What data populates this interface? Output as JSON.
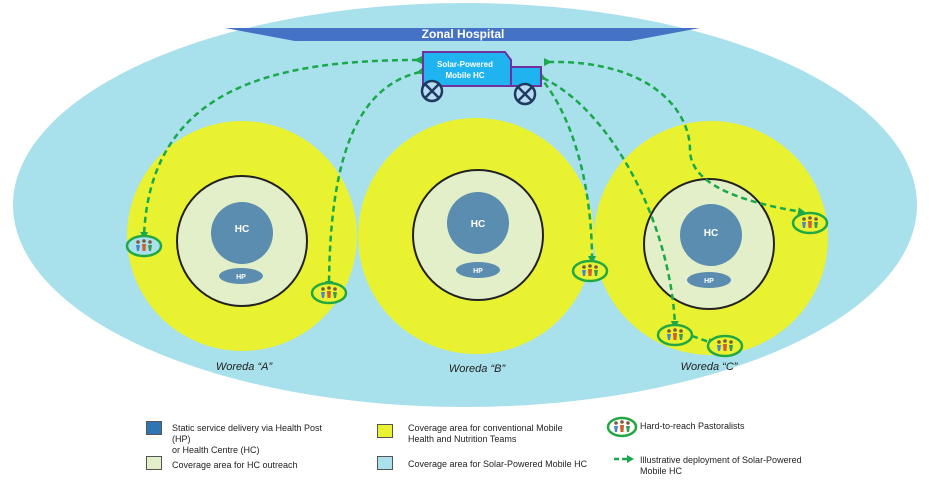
{
  "diagram": {
    "zonal_hospital_label": "Zonal Hospital",
    "mobile_hc_line1": "Solar-Powered",
    "mobile_hc_line2": "Mobile HC",
    "woredas": [
      {
        "label": "Woreda “A”",
        "hc": "HC",
        "hp": "HP"
      },
      {
        "label": "Woreda “B”",
        "hc": "HC",
        "hp": "HP"
      },
      {
        "label": "Woreda “C”",
        "hc": "HC",
        "hp": "HP"
      }
    ]
  },
  "legend": {
    "static_line1": "Static service delivery via Health Post (HP)",
    "static_line2": "or Health Centre (HC)",
    "hc_outreach": "Coverage area for HC outreach",
    "conventional_line1": "Coverage area for conventional Mobile",
    "conventional_line2": "Health and Nutrition Teams",
    "solar_coverage": "Coverage area for Solar-Powered Mobile HC",
    "pastoralists": "Hard-to-reach Pastoralists",
    "deployment_line1": "Illustrative deployment of Solar-Powered",
    "deployment_line2": "Mobile HC"
  },
  "colors": {
    "outer_ellipse": "#a8e0ec",
    "conventional": "#e8f230",
    "outreach": "#e2efc8",
    "static": "#5b8db0",
    "static_legend": "#2e75b6",
    "banner": "#4472c4",
    "truck": "#1fb4f0",
    "truck_border": "#7030a0",
    "arrow": "#19a84a",
    "pastoralist_ring": "#22a843"
  }
}
